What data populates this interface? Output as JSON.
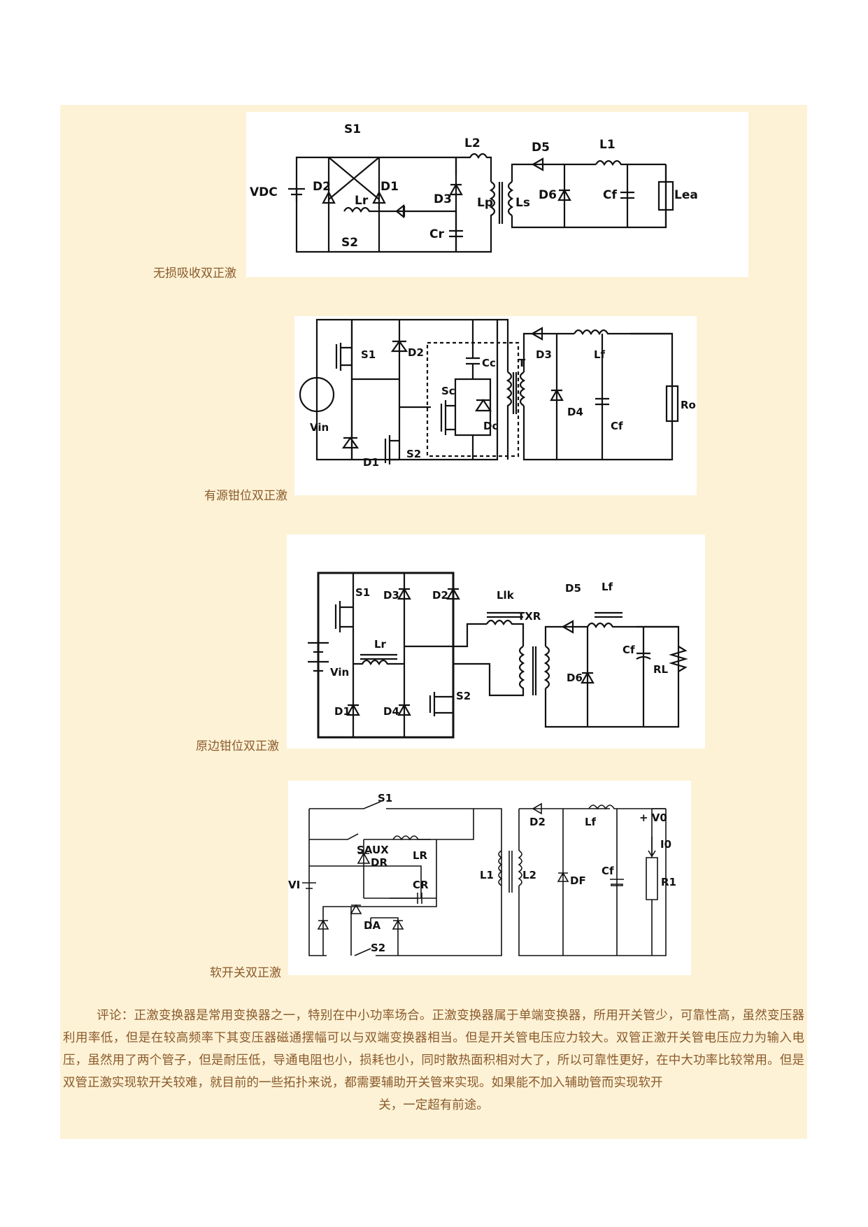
{
  "figures": [
    {
      "caption": "无损吸收双正激",
      "labels": {
        "s1": "S1",
        "s2": "S2",
        "l2": "L2",
        "d5": "D5",
        "l1": "L1",
        "vdc": "VDC",
        "d2": "D2",
        "d1": "D1",
        "d3": "D3",
        "lp": "Lp",
        "ls": "Ls",
        "d6": "D6",
        "cf": "Cf",
        "load": "Lea",
        "lr": "Lr",
        "cr": "Cr"
      }
    },
    {
      "caption": "有源钳位双正激",
      "labels": {
        "s1": "S1",
        "d2": "D2",
        "cc": "Cc",
        "t": "T",
        "d3": "D3",
        "lf": "Lf",
        "sc": "Sc",
        "dc": "Dc",
        "d4": "D4",
        "cf": "Cf",
        "ro": "Ro",
        "vin": "Vin",
        "d1": "D1",
        "s2": "S2"
      }
    },
    {
      "caption": "原边钳位双正激",
      "labels": {
        "s1": "S1",
        "d3": "D3",
        "d2": "D2",
        "llk": "Llk",
        "txr": "TXR",
        "d5": "D5",
        "lf": "Lf",
        "lr": "Lr",
        "vin": "Vin",
        "cf": "Cf",
        "rl": "RL",
        "d6": "D6",
        "s2": "S2",
        "d1": "D1",
        "d4": "D4"
      }
    },
    {
      "caption": "软开关双正激",
      "labels": {
        "s1": "S1",
        "saux": "SAUX",
        "lr": "LR",
        "dr": "DR",
        "cr": "CR",
        "vi": "VI",
        "l1": "L1",
        "l2": "L2",
        "da": "DA",
        "s2": "S2",
        "d2": "D2",
        "lf": "Lf",
        "vo": "+ V0",
        "io": "I0",
        "cf": "Cf",
        "df": "DF",
        "r1": "R1"
      }
    }
  ],
  "comment": {
    "prefix": "评论：",
    "body": "正激变换器是常用变换器之一，特别在中小功率场合。正激变换器属于单端变换器，所用开关管少，可靠性高，虽然变压器利用率低，但是在较高频率下其变压器磁通摆幅可以与双端变换器相当。但是开关管电压应力较大。双管正激开关管电压应力为输入电压，虽然用了两个管子，但是耐压低，导通电阻也小，损耗也小，同时散热面积相对大了，所以可靠性更好，在中大功率比较常用。但是双管正激实现软开关较难，就目前的一些拓扑来说，都需要辅助开关管来实现。如果能不加入辅助管而实现软开",
    "tail": "关，一定超有前途。"
  }
}
